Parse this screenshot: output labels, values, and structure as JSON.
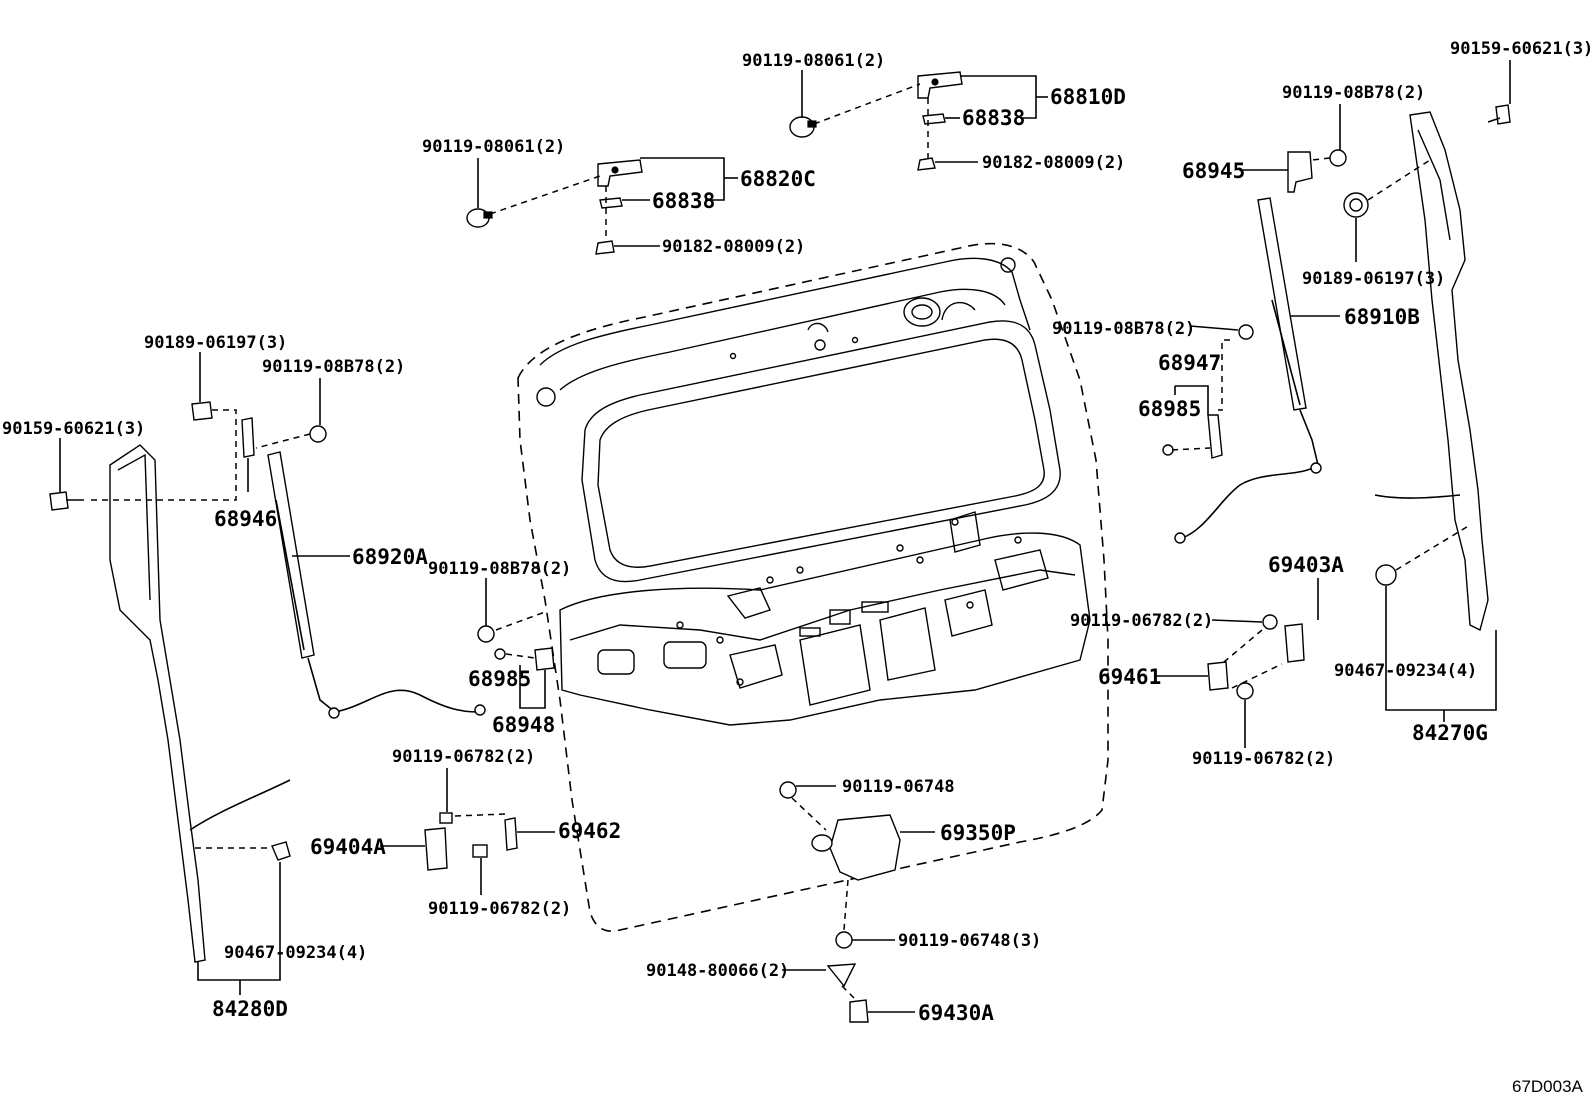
{
  "labels": {
    "p90119_08061_top": "90119-08061(2)",
    "p90119_08061_left": "90119-08061(2)",
    "p68810D": "68810D",
    "p68838_top": "68838",
    "p90182_08009_top": "90182-08009(2)",
    "p68820C": "68820C",
    "p68838_left": "68838",
    "p90182_08009_left": "90182-08009(2)",
    "p90159_60621_right": "90159-60621(3)",
    "p90119_08B78_tr": "90119-08B78(2)",
    "p68945": "68945",
    "p90189_06197_right": "90189-06197(3)",
    "p68910B": "68910B",
    "p90119_08B78_mr": "90119-08B78(2)",
    "p68947": "68947",
    "p68985_right": "68985",
    "p90189_06197_left": "90189-06197(3)",
    "p90119_08B78_ml": "90119-08B78(2)",
    "p90159_60621_left": "90159-60621(3)",
    "p68946": "68946",
    "p68920A": "68920A",
    "p90119_08B78_center": "90119-08B78(2)",
    "p68985_left": "68985",
    "p68948": "68948",
    "p69403A": "69403A",
    "p90119_06782_r1": "90119-06782(2)",
    "p69461": "69461",
    "p90119_06782_r2": "90119-06782(2)",
    "p90467_09234_right": "90467-09234(4)",
    "p84270G": "84270G",
    "p90119_06782_l1": "90119-06782(2)",
    "p69404A": "69404A",
    "p69462": "69462",
    "p90119_06782_l2": "90119-06782(2)",
    "p90119_06748": "90119-06748",
    "p69350P": "69350P",
    "p90119_06748_3": "90119-06748(3)",
    "p90148_80066": "90148-80066(2)",
    "p69430A": "69430A",
    "p90467_09234_left": "90467-09234(4)",
    "p84280D": "84280D",
    "diagram_code": "67D003A"
  }
}
